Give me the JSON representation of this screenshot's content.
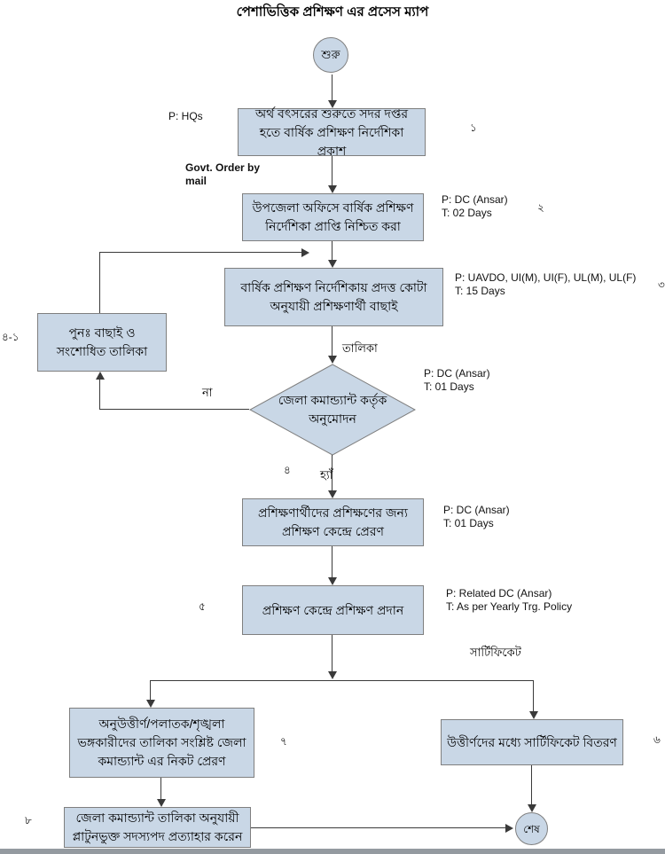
{
  "title": "পেশাভিত্তিক প্রশিক্ষণ এর প্রসেস ম্যাপ",
  "colors": {
    "node_fill": "#c9d7e6",
    "node_border": "#7f7f7f",
    "line": "#3a3a3a"
  },
  "nodes": {
    "start": "শুরু",
    "end": "শেষ",
    "step1": "অর্থ বৎসরের শুরুতে সদর দপ্তর হতে বার্ষিক প্রশিক্ষণ নির্দেশিকা প্রকাশ",
    "step2": "উপজেলা অফিসে বার্ষিক প্রশিক্ষণ নির্দেশিকা প্রাপ্তি নিশ্চিত করা",
    "step3": "বার্ষিক প্রশিক্ষণ নির্দেশিকায় প্রদত্ত কোটা অনুযায়ী প্রশিক্ষণার্থী বাছাই",
    "rework": "পুনঃ বাছাই ও সংশোধিত তালিকা",
    "decision": "জেলা কমান্ড্যান্ট কর্তৃক অনুমোদন",
    "step4": "প্রশিক্ষণার্থীদের প্রশিক্ষণের জন্য প্রশিক্ষণ কেন্দ্রে প্রেরণ",
    "step5": "প্রশিক্ষণ কেন্দ্রে প্রশিক্ষণ প্রদান",
    "step6": "উত্তীর্ণদের মধ্যে সার্টিফিকেট বিতরণ",
    "step7": "অনুউত্তীর্ণ/পলাতক/শৃঙ্খলা ভঙ্গকারীদের তালিকা সংশ্লিষ্ট জেলা কমান্ড্যান্ট এর নিকট প্রেরণ",
    "step8": "জেলা কমান্ড্যান্ট তালিকা অনুযায়ী প্লাটুনভুক্ত সদস্যপদ প্রত্যাহার করেন"
  },
  "numbers": {
    "step1": "১",
    "step2": "২",
    "step3": "৩",
    "decision": "৪",
    "rework": "৪-১",
    "step5": "৫",
    "step6": "৬",
    "step7": "৭",
    "step8": "৮"
  },
  "annotations": {
    "hq": "P: HQs",
    "govt_order": "Govt. Order by\nmail",
    "step2_pt": "P: DC (Ansar)\nT: 02 Days",
    "step3_pt": "P: UAVDO, UI(M), UI(F), UL(M), UL(F)\nT: 15 Days",
    "decision_pt": "P: DC (Ansar)\nT: 01 Days",
    "step4_pt": "P: DC (Ansar)\nT: 01 Days",
    "step5_pt": "P: Related DC (Ansar)\nT: As per Yearly Trg. Policy"
  },
  "edge_labels": {
    "list": "তালিকা",
    "no": "না",
    "yes": "হ্যাঁ",
    "certificate": "সার্টিফিকেট"
  }
}
